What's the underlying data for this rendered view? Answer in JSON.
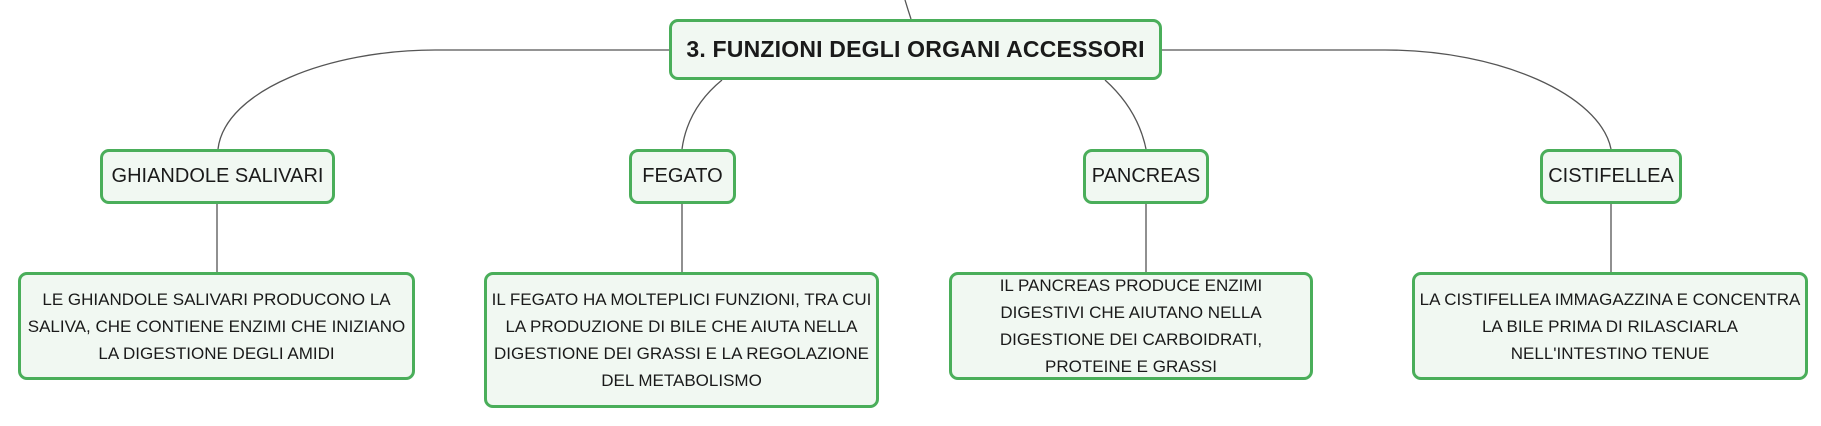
{
  "root": {
    "title": "3. FUNZIONI DEGLI ORGANI ACCESSORI"
  },
  "branches": [
    {
      "title": "GHIANDOLE SALIVARI",
      "description": "LE GHIANDOLE SALIVARI PRODUCONO LA SALIVA, CHE CONTIENE ENZIMI CHE INIZIANO LA DIGESTIONE DEGLI AMIDI"
    },
    {
      "title": "FEGATO",
      "description": "IL FEGATO HA MOLTEPLICI FUNZIONI, TRA CUI LA PRODUZIONE DI BILE CHE AIUTA NELLA DIGESTIONE DEI GRASSI E LA REGOLAZIONE DEL METABOLISMO"
    },
    {
      "title": "PANCREAS",
      "description": "IL PANCREAS PRODUCE ENZIMI DIGESTIVI CHE AIUTANO NELLA DIGESTIONE DEI CARBOIDRATI, PROTEINE E GRASSI"
    },
    {
      "title": "CISTIFELLEA",
      "description": "LA CISTIFELLEA IMMAGAZZINA E CONCENTRA LA BILE PRIMA DI RILASCIARLA NELL'INTESTINO TENUE"
    }
  ],
  "colors": {
    "node_border": "#4aae5a",
    "node_fill": "#f1f8f2",
    "connector": "#555555"
  }
}
